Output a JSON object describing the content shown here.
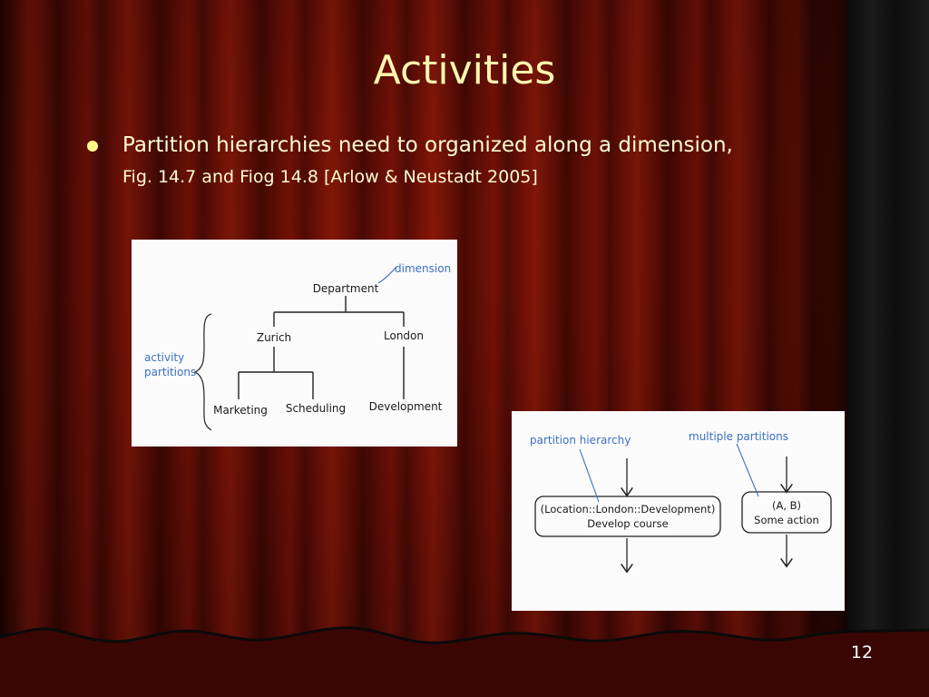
{
  "slide": {
    "title": "Activities",
    "bullet": "Partition hierarchies need to organized along a dimension,",
    "sub_bullet": "Fig. 14.7 and Fiog 14.8 [Arlow & Neustadt 2005]",
    "slide_number": "12"
  },
  "figure1": {
    "root": "Department",
    "dimension_label": "dimension",
    "zurich": "Zurich",
    "london": "London",
    "marketing": "Marketing",
    "scheduling": "Scheduling",
    "development": "Development",
    "partitions_line1": "activity",
    "partitions_line2": "partitions"
  },
  "figure2": {
    "hierarchy_label": "partition hierarchy",
    "multiple_label": "multiple partitions",
    "node1_line1": "(Location::London::Development)",
    "node1_line2": "Develop course",
    "node2_line1": "(A, B)",
    "node2_line2": "Some action"
  },
  "colors": {
    "title": "#fff6b0",
    "annotation_blue": "#3b6fc4",
    "ink": "#1a1a1a"
  }
}
